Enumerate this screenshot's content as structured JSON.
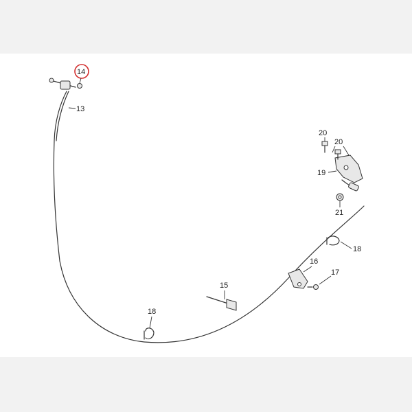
{
  "colors": {
    "highlight": "#d32f2f",
    "line": "#333333",
    "background": "#f2f2f2",
    "sheet": "#ffffff"
  },
  "callouts": {
    "c14": "14",
    "c13": "13",
    "c20a": "20",
    "c20b": "20",
    "c19": "19",
    "c21": "21",
    "c18a": "18",
    "c16": "16",
    "c17": "17",
    "c15": "15",
    "c18b": "18"
  },
  "highlighted_part": "14"
}
